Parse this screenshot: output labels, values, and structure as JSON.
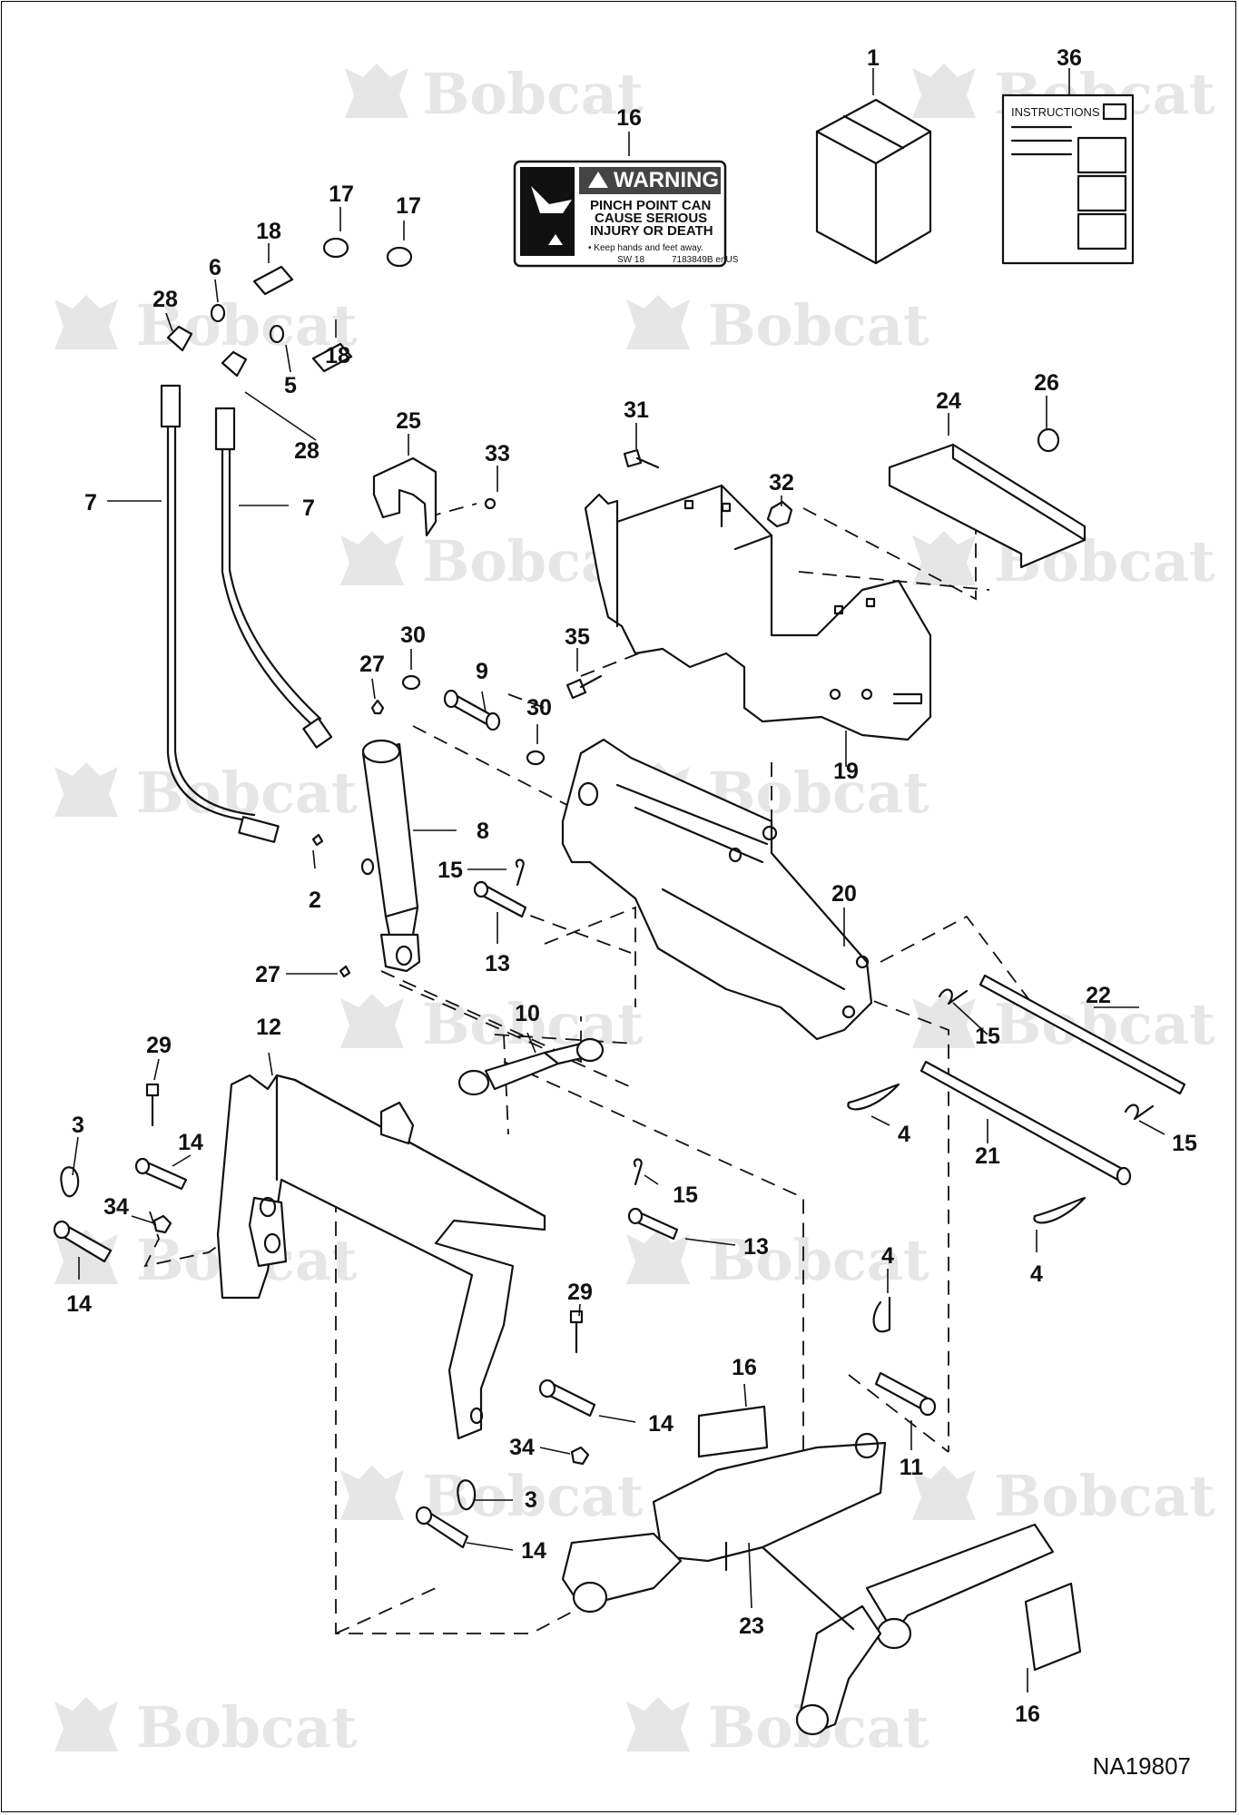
{
  "diagram": {
    "figure_id": "NA19807",
    "watermark": "Bobcat",
    "warning_decal": {
      "title": "WARNING",
      "line1": "PINCH POINT CAN",
      "line2": "CAUSE SERIOUS",
      "line3": "INJURY OR DEATH",
      "note": "• Keep hands and feet away.",
      "code_left": "SW 18",
      "code_right": "7183849B enUS"
    },
    "manual_label": "INSTRUCTIONS",
    "callouts": {
      "c1": "1",
      "c36": "36",
      "c16a": "16",
      "c17a": "17",
      "c17b": "17",
      "c18a": "18",
      "c18b": "18",
      "c6": "6",
      "c28a": "28",
      "c5": "5",
      "c28b": "28",
      "c7a": "7",
      "c7b": "7",
      "c25": "25",
      "c33": "33",
      "c31": "31",
      "c32": "32",
      "c24": "24",
      "c26": "26",
      "c35": "35",
      "c19": "19",
      "c30a": "30",
      "c27a": "27",
      "c9": "9",
      "c30b": "30",
      "c8": "8",
      "c2": "2",
      "c15a": "15",
      "c13a": "13",
      "c27b": "27",
      "c20": "20",
      "c10": "10",
      "c12": "12",
      "c29a": "29",
      "c3a": "3",
      "c14a": "14",
      "c34a": "34",
      "c14b": "14",
      "c15b": "15",
      "c13b": "13",
      "c22": "22",
      "c15c": "15",
      "c4a": "4",
      "c21": "21",
      "c15d": "15",
      "c4b": "4",
      "c4c": "4",
      "c29b": "29",
      "c14c": "14",
      "c34b": "34",
      "c3b": "3",
      "c14d": "14",
      "c16b": "16",
      "c11": "11",
      "c23": "23",
      "c16c": "16"
    }
  }
}
